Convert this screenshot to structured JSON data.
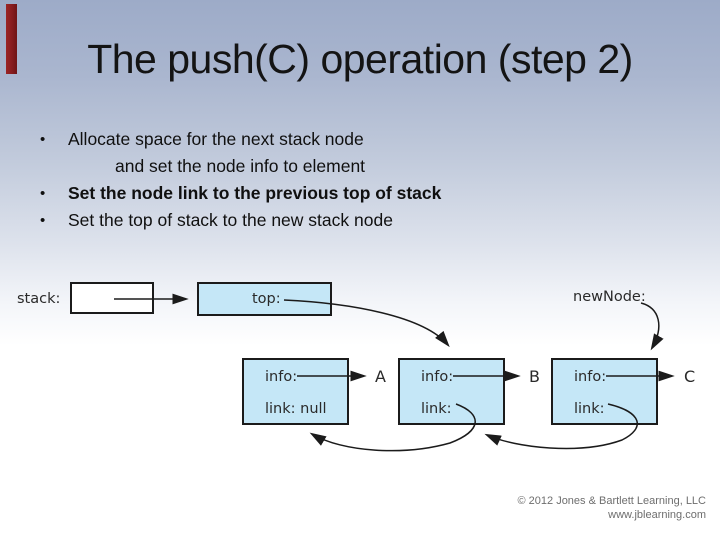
{
  "slide": {
    "title": "The push(C) operation (step 2)",
    "bullet_glyph": "•",
    "bullets": {
      "line1": "Allocate space for the next stack node",
      "line2": "and set the node info to element",
      "line3": "Set the node link to the previous top of stack",
      "line4": "Set the top of stack to the new stack node"
    }
  },
  "diagram": {
    "stack_label": "stack:",
    "top_label": "top:",
    "new_node_label": "newNode:",
    "nodes": [
      {
        "info_label": "info:",
        "value": "A",
        "link_label": "link: null"
      },
      {
        "info_label": "info:",
        "value": "B",
        "link_label": "link:"
      },
      {
        "info_label": "info:",
        "value": "C",
        "link_label": "link:"
      }
    ]
  },
  "footer": {
    "copyright_line1": "© 2012 Jones & Bartlett Learning, LLC",
    "copyright_line2": "www.jblearning.com"
  },
  "colors": {
    "background_top": "#9dabc8",
    "accent_bar": "#8b1e20",
    "node_fill": "#c5e7f7",
    "line_color": "#1b1b1b",
    "footer_text": "#6e6e6e"
  }
}
